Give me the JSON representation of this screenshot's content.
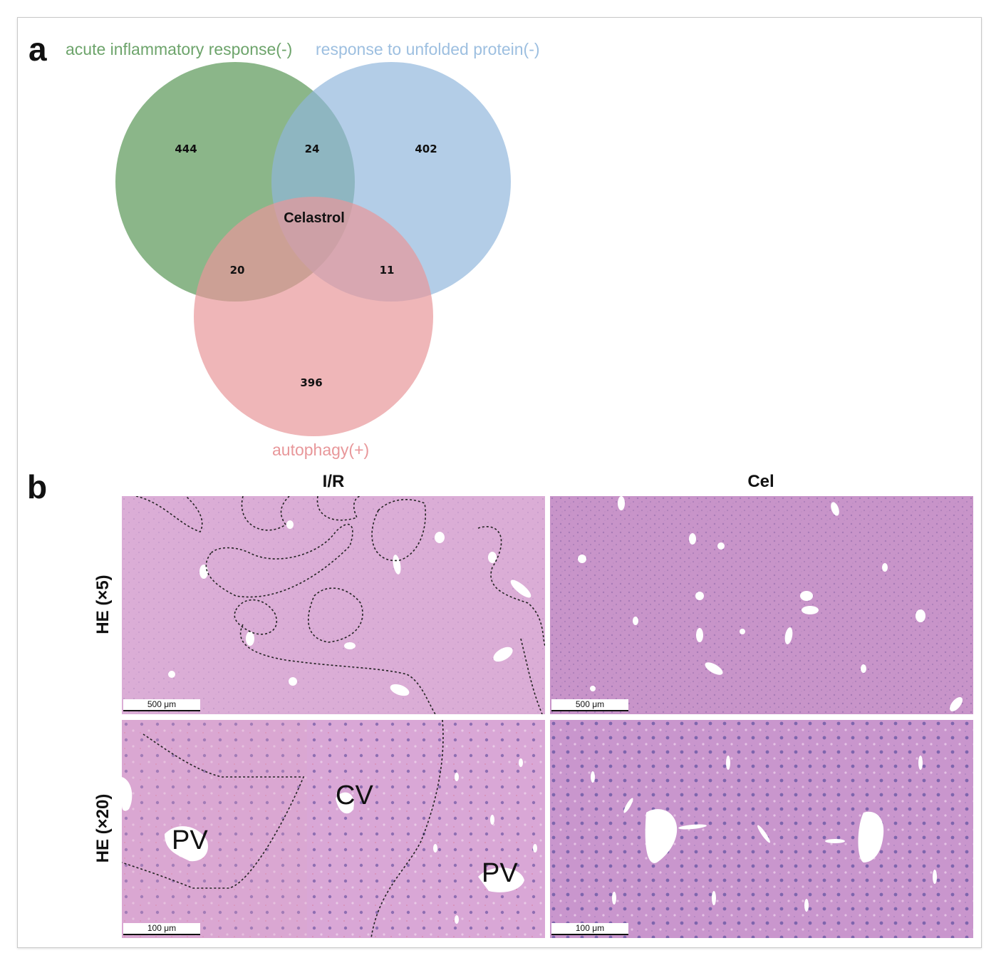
{
  "panel_a": {
    "letter": "a",
    "sets": [
      {
        "label": "acute inflammatory response(-)",
        "color": "#5e9a5c"
      },
      {
        "label": "response to unfolded protein(-)",
        "color": "#98bde0"
      },
      {
        "label": "autophagy(+)",
        "color": "#e8979a"
      }
    ],
    "counts": {
      "only_inflammatory": "444",
      "inflammatory_unfolded": "24",
      "only_unfolded": "402",
      "inflammatory_autophagy": "20",
      "unfolded_autophagy": "11",
      "only_autophagy": "396"
    },
    "center_label": "Celastrol"
  },
  "panel_b": {
    "letter": "b",
    "columns": [
      "I/R",
      "Cel"
    ],
    "rows": [
      "HE (×5)",
      "HE (×20)"
    ],
    "scale_bars": [
      "500 μm",
      "500 μm",
      "100 μm",
      "100 μm"
    ],
    "region_labels": [
      "PV",
      "CV",
      "PV"
    ],
    "tissue_color": "#d9a6d3"
  }
}
